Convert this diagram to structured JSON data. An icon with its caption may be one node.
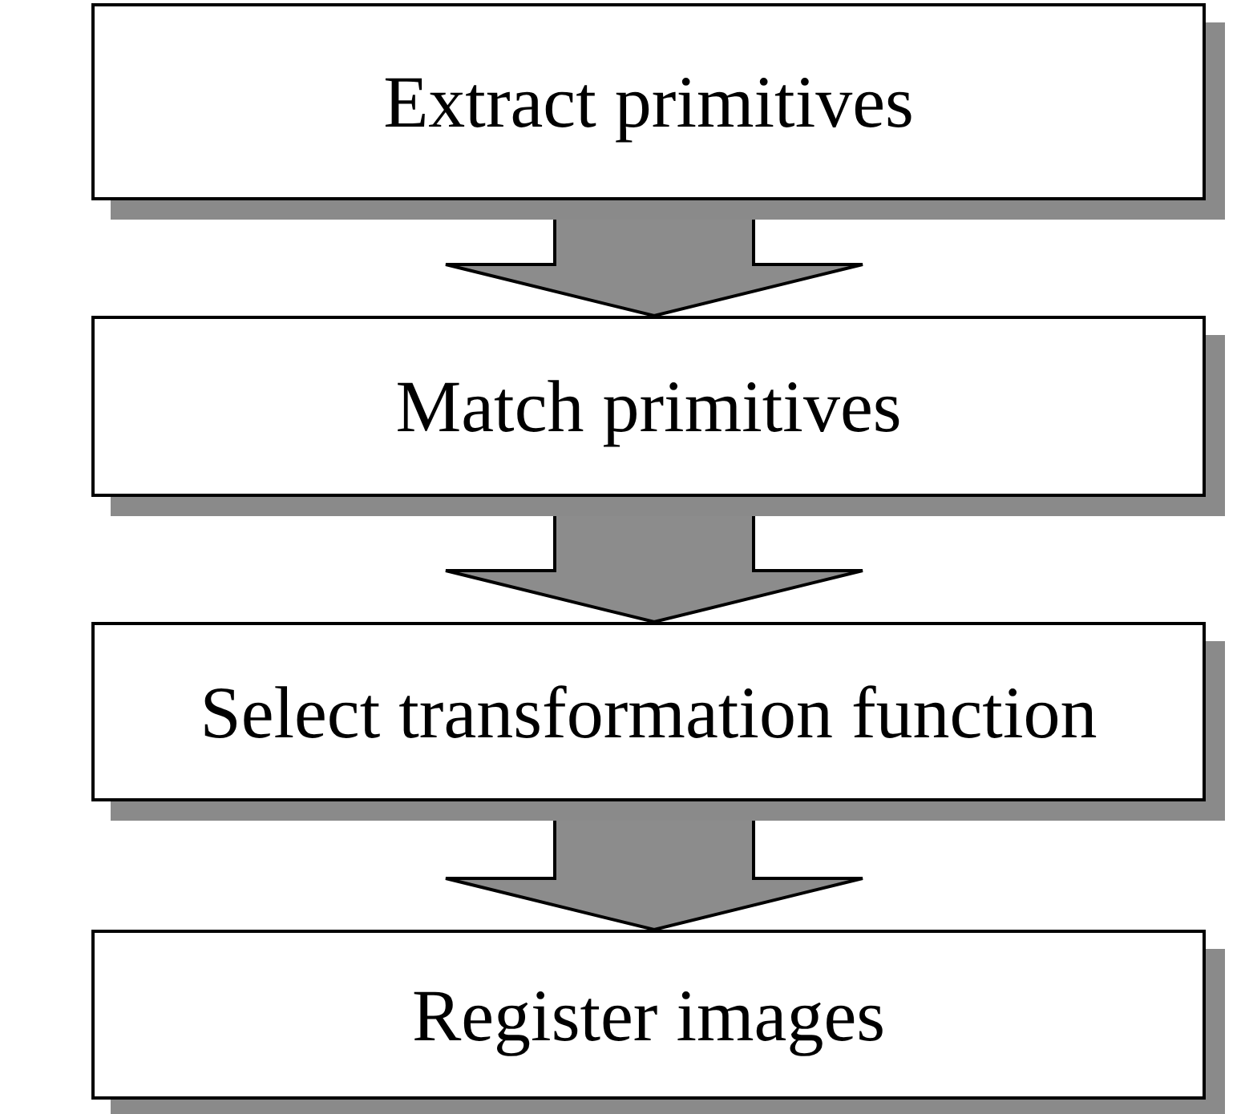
{
  "diagram": {
    "nodes": [
      {
        "text": [
          "Extract primitives"
        ]
      },
      {
        "text": [
          "Match primitives"
        ]
      },
      {
        "text": [
          "Select transformation function"
        ]
      },
      {
        "text": [
          "Register images"
        ]
      }
    ],
    "edges": [
      {
        "from": 0,
        "to": 1,
        "arrow": "to"
      },
      {
        "from": 1,
        "to": 2,
        "arrow": "to"
      },
      {
        "from": 2,
        "to": 3,
        "arrow": "to"
      }
    ]
  }
}
